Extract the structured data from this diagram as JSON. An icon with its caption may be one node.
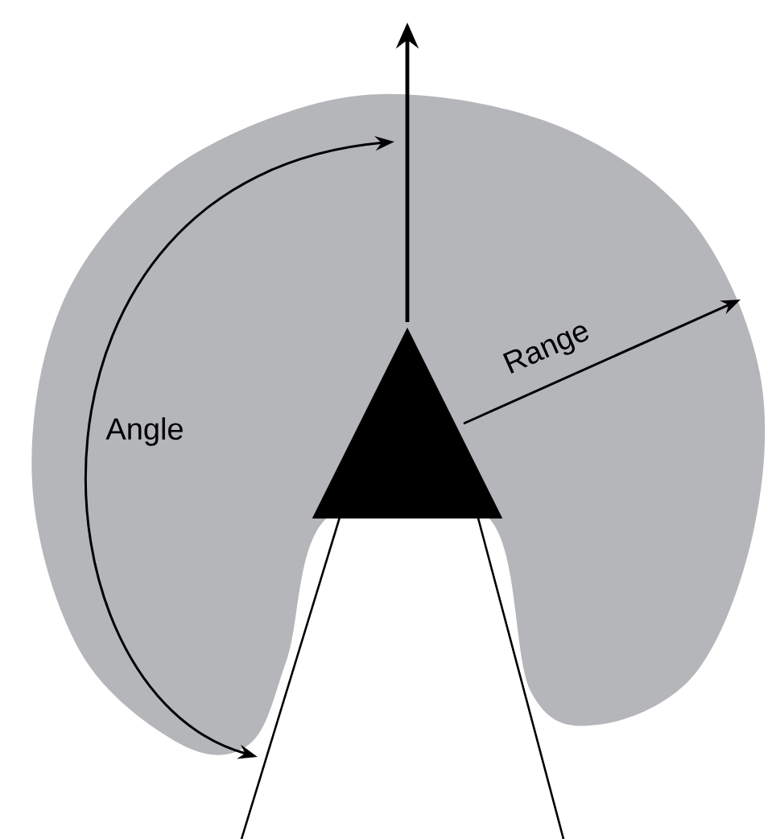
{
  "diagram": {
    "nodes": [
      {
        "text": [],
        "shape": "triangle"
      }
    ],
    "labels": [
      "Angle",
      "Range"
    ]
  }
}
